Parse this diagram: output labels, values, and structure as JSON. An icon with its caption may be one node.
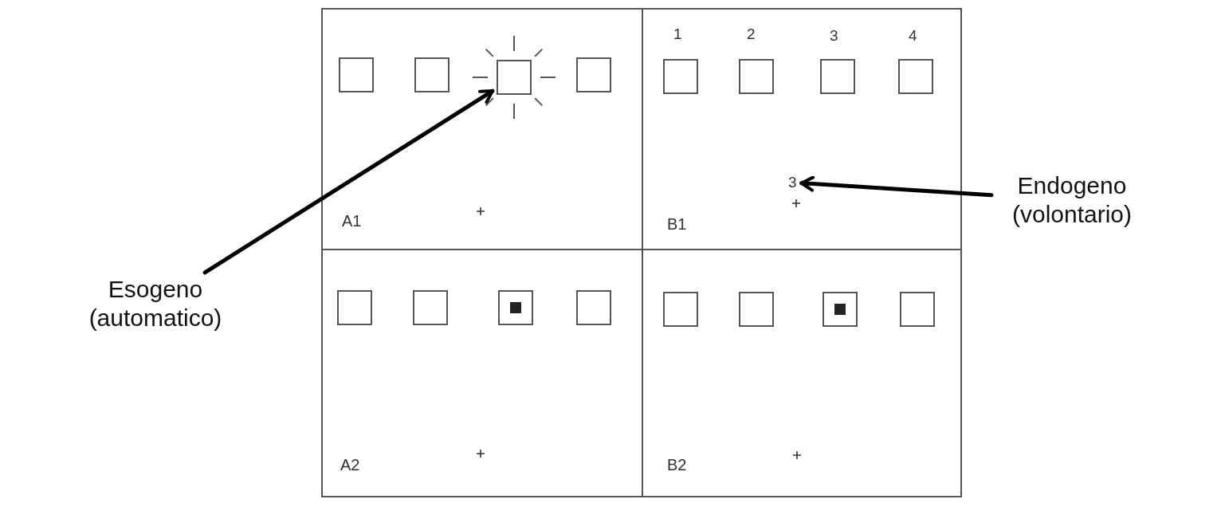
{
  "diagram": {
    "nodes": [
      {
        "text": [
          "A1"
        ]
      },
      {
        "text": [],
        "shape": "box",
        "in": 0
      },
      {
        "text": [],
        "shape": "box",
        "in": 0
      },
      {
        "text": [],
        "shape": "box",
        "in": 0
      },
      {
        "text": [],
        "shape": "box",
        "in": 0
      },
      {
        "text": [
          "B1"
        ]
      },
      {
        "text": [],
        "shape": "box",
        "in": 5
      },
      {
        "text": [],
        "shape": "box",
        "in": 5
      },
      {
        "text": [],
        "shape": "box",
        "in": 5
      },
      {
        "text": [],
        "shape": "box",
        "in": 5
      },
      {
        "text": [
          "3"
        ],
        "in": 5
      },
      {
        "text": [
          "Endogeno (volontario)"
        ]
      },
      {
        "text": [
          "Esogeno (automatico)"
        ]
      },
      {
        "text": [
          "A2"
        ]
      },
      {
        "text": [],
        "shape": "box",
        "in": 13
      },
      {
        "text": [],
        "shape": "box",
        "in": 13
      },
      {
        "text": [],
        "shape": "box",
        "in": 13
      },
      {
        "text": [],
        "shape": "box",
        "in": 13
      },
      {
        "text": [
          "B2"
        ]
      },
      {
        "text": [],
        "shape": "box",
        "in": 18
      },
      {
        "text": [],
        "shape": "box",
        "in": 18
      },
      {
        "text": [],
        "shape": "box",
        "in": 18
      },
      {
        "text": [],
        "shape": "box",
        "in": 18
      }
    ],
    "edges": [
      {
        "from": 12,
        "to": 3,
        "arrow": "to"
      },
      {
        "from": 11,
        "to": 10,
        "arrow": "to"
      }
    ],
    "labels": [
      "1",
      "2",
      "3",
      "4"
    ]
  }
}
